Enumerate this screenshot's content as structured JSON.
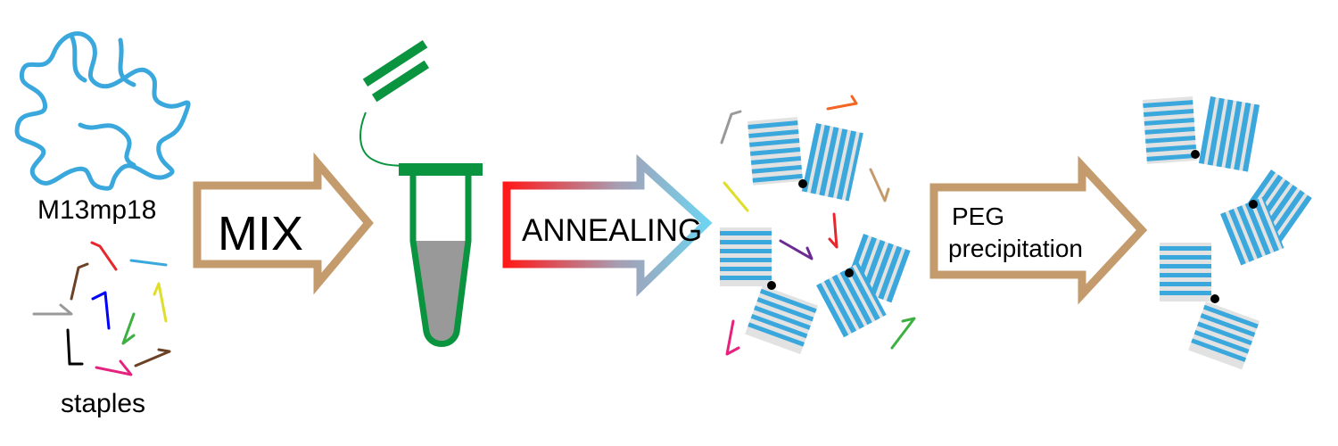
{
  "labels": {
    "scaffold": "M13mp18",
    "staples": "staples",
    "mix": "MIX",
    "annealing": "ANNEALING",
    "peg_line1": "PEG",
    "peg_line2": "precipitation"
  },
  "colors": {
    "scaffold": "#3aa8dc",
    "arrow_brown": "#c49b6c",
    "tube_green": "#0a9440",
    "liquid": "#999999",
    "origami_stripe": "#3aa8dc",
    "origami_bg": "#e2e2e2",
    "anneal_start": "#ff1a1a",
    "anneal_end": "#6fd3f0"
  },
  "staple_colors": [
    "#999999",
    "#6b4226",
    "#e6282e",
    "#3aa8dc",
    "#0000ff",
    "#dede2b",
    "#3cb040",
    "#000000",
    "#e6227e",
    "#6b4226",
    "#f26522",
    "#6b2c91"
  ],
  "icons": [
    "scaffold-loop-icon",
    "staple-strands-icon",
    "tube-icon",
    "origami-tile-icon",
    "linker-dot-icon"
  ]
}
